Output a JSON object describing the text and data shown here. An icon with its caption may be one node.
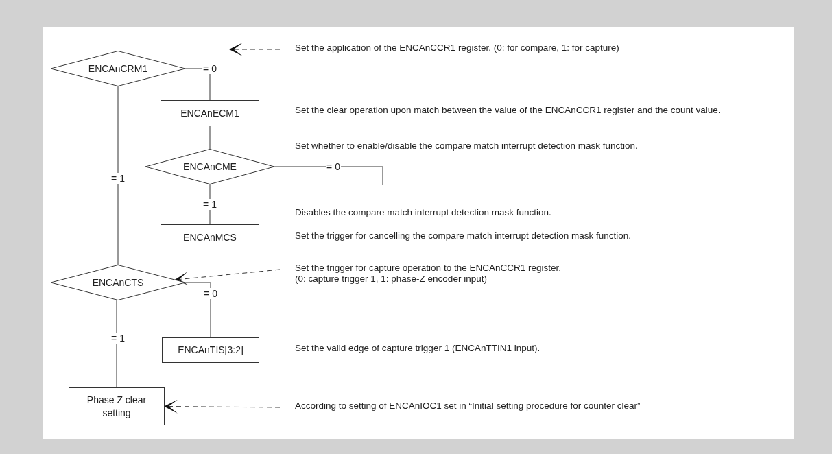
{
  "diagram": {
    "nodes": [
      {
        "text": [
          "ENCAnCRM1"
        ]
      },
      {
        "text": [
          "ENCAnECM1"
        ]
      },
      {
        "text": [
          "ENCAnCME"
        ]
      },
      {
        "text": [
          "ENCAnMCS"
        ]
      },
      {
        "text": [
          "ENCAnCTS"
        ]
      },
      {
        "text": [
          "ENCAnTIS[3:2]"
        ]
      },
      {
        "text": [
          "Phase Z clear setting"
        ]
      },
      {
        "text": [
          "Set the application of the ENCAnCCR1 register. (0: for compare, 1: for capture)"
        ]
      },
      {
        "text": [
          "Set the trigger for capture operation to the ENCAnCCR1 register.",
          "(0: capture trigger 1, 1: phase-Z encoder input)"
        ]
      },
      {
        "text": [
          "According to setting of ENCAnIOC1 set in “Initial setting procedure for counter clear”"
        ]
      }
    ],
    "edges": [
      {
        "from": 7,
        "to": null,
        "arrow": "to",
        "style": "dashed"
      },
      {
        "from": 0,
        "to": 1,
        "arrow": "none",
        "label": "= 0"
      },
      {
        "from": 0,
        "to": 4,
        "arrow": "none",
        "label": "= 1"
      },
      {
        "from": 1,
        "to": 2,
        "arrow": "none"
      },
      {
        "from": 2,
        "to": null,
        "arrow": "none",
        "label": "= 0"
      },
      {
        "from": 2,
        "to": 3,
        "arrow": "none",
        "label": "= 1"
      },
      {
        "from": 8,
        "to": 4,
        "arrow": "to",
        "style": "dashed"
      },
      {
        "from": 4,
        "to": 5,
        "arrow": "none",
        "label": "= 0"
      },
      {
        "from": 4,
        "to": 6,
        "arrow": "none",
        "label": "= 1"
      },
      {
        "from": 9,
        "to": 6,
        "arrow": "to",
        "style": "dashed"
      }
    ],
    "labels": [
      "Set the clear operation upon match between the value of the ENCAnCCR1 register and the count value.",
      "Set whether to enable/disable the compare match interrupt detection mask function.",
      "Disables the compare match interrupt detection mask function.",
      "Set the trigger for cancelling the compare match interrupt detection mask function.",
      "Set the valid edge of capture trigger 1 (ENCAnTTIN1 input)."
    ]
  }
}
